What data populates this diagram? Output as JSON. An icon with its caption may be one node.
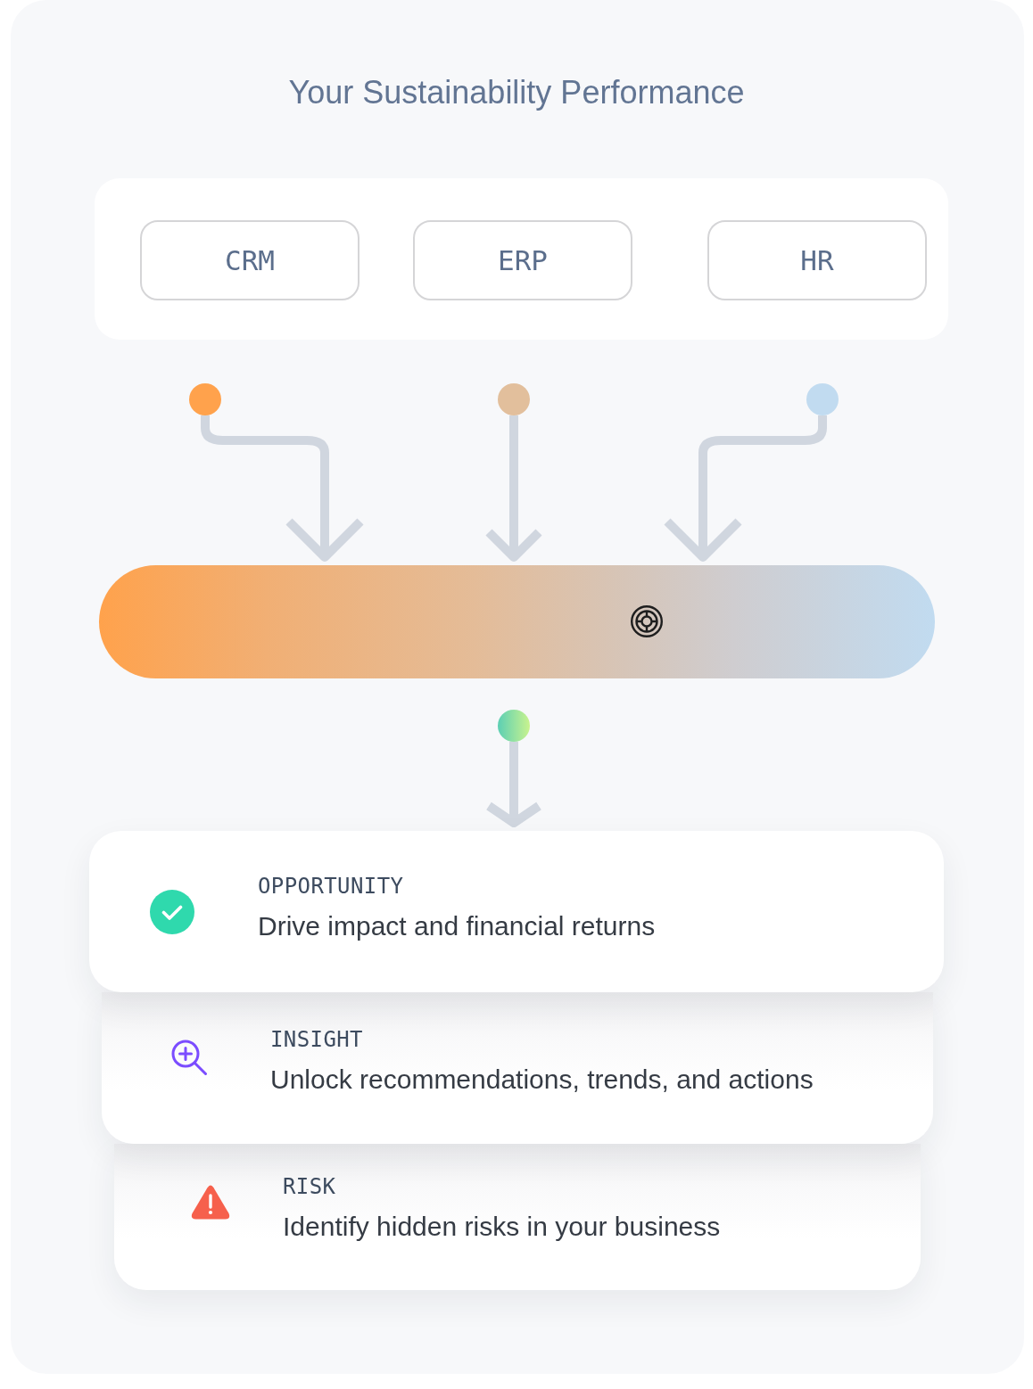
{
  "diagram": {
    "title": "Your Sustainability Performance",
    "nodes": [
      {
        "text": [],
        "shape": "box"
      },
      {
        "text": [
          "CRM"
        ],
        "in": 0
      },
      {
        "text": [
          "ERP"
        ],
        "in": 0
      },
      {
        "text": [
          "HR"
        ],
        "in": 0
      },
      {
        "text": [],
        "shape": "circle"
      },
      {
        "text": [],
        "shape": "circle"
      },
      {
        "text": [],
        "shape": "circle"
      },
      {
        "text": [],
        "shape": "bar"
      },
      {
        "text": [],
        "shape": "circle"
      },
      {
        "text": [
          "OPPORTUNITY",
          "Drive impact and financial returns"
        ]
      },
      {
        "text": [
          "INSIGHT",
          "Unlock recommendations, trends, and actions"
        ]
      },
      {
        "text": [
          "RISK",
          "Identify hidden risks in your business"
        ]
      }
    ],
    "edges": [
      {
        "from": 4,
        "to": 7,
        "arrow": "to"
      },
      {
        "from": 5,
        "to": 7,
        "arrow": "to"
      },
      {
        "from": 6,
        "to": 7,
        "arrow": "to"
      },
      {
        "from": 8,
        "to": 9,
        "arrow": "to"
      }
    ]
  }
}
